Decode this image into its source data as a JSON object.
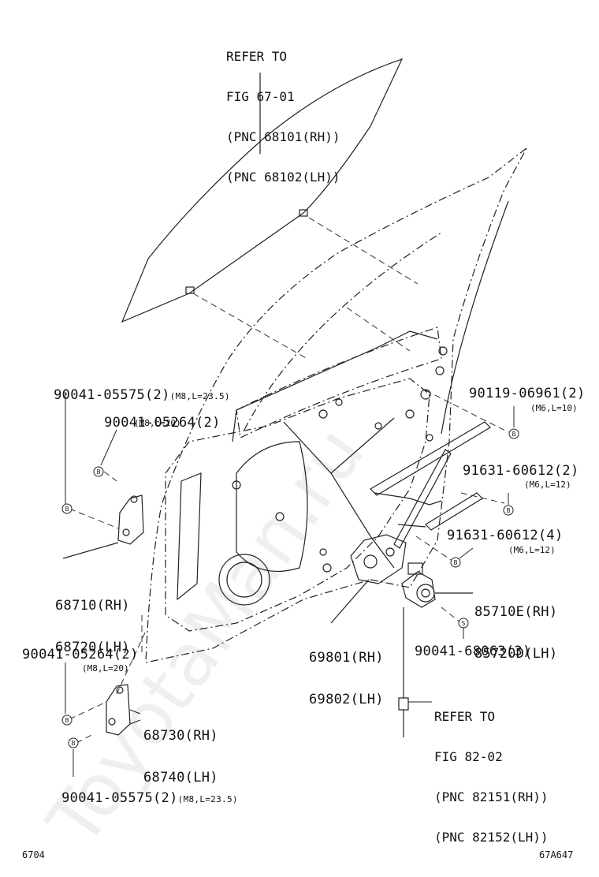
{
  "watermark": "ToyotaMan.ru",
  "callouts": {
    "glass_ref": [
      "REFER TO",
      "FIG 67-01",
      "(PNC 68101(RH))",
      "(PNC 68102(LH))"
    ],
    "motor_ref": [
      "REFER TO",
      "FIG 82-02",
      "(PNC 82151(RH))",
      "(PNC 82152(LH))"
    ]
  },
  "labels": {
    "bolt_upper_hinge_long": {
      "part": "90041-05575(2)",
      "spec": "(M8,L=23.5)"
    },
    "bolt_upper_hinge_short": {
      "part": "90041-05264(2)",
      "spec": "(M8,L=20)"
    },
    "upper_hinge": [
      "68710(RH)",
      "68720(LH)"
    ],
    "bolt_lower_hinge_short": {
      "part": "90041-05264(2)",
      "spec": "(M8,L=20)"
    },
    "lower_hinge": [
      "68730(RH)",
      "68740(LH)"
    ],
    "bolt_lower_hinge_long": {
      "part": "90041-05575(2)",
      "spec": "(M8,L=23.5)"
    },
    "bolt_regulator_upper": {
      "part": "90119-06961(2)",
      "spec": "(M6,L=10)"
    },
    "nut_regulator_a": {
      "part": "91631-60612(2)",
      "spec": "(M6,L=12)"
    },
    "nut_regulator_b": {
      "part": "91631-60612(4)",
      "spec": "(M6,L=12)"
    },
    "motor": [
      "85710E(RH)",
      "85720D(LH)"
    ],
    "regulator": [
      "69801(RH)",
      "69802(LH)"
    ],
    "screw_motor": "90041-68063(3)"
  },
  "markers": {
    "bolt": "B",
    "screw": "S"
  },
  "footer": {
    "left": "6704",
    "right": "67A647"
  }
}
